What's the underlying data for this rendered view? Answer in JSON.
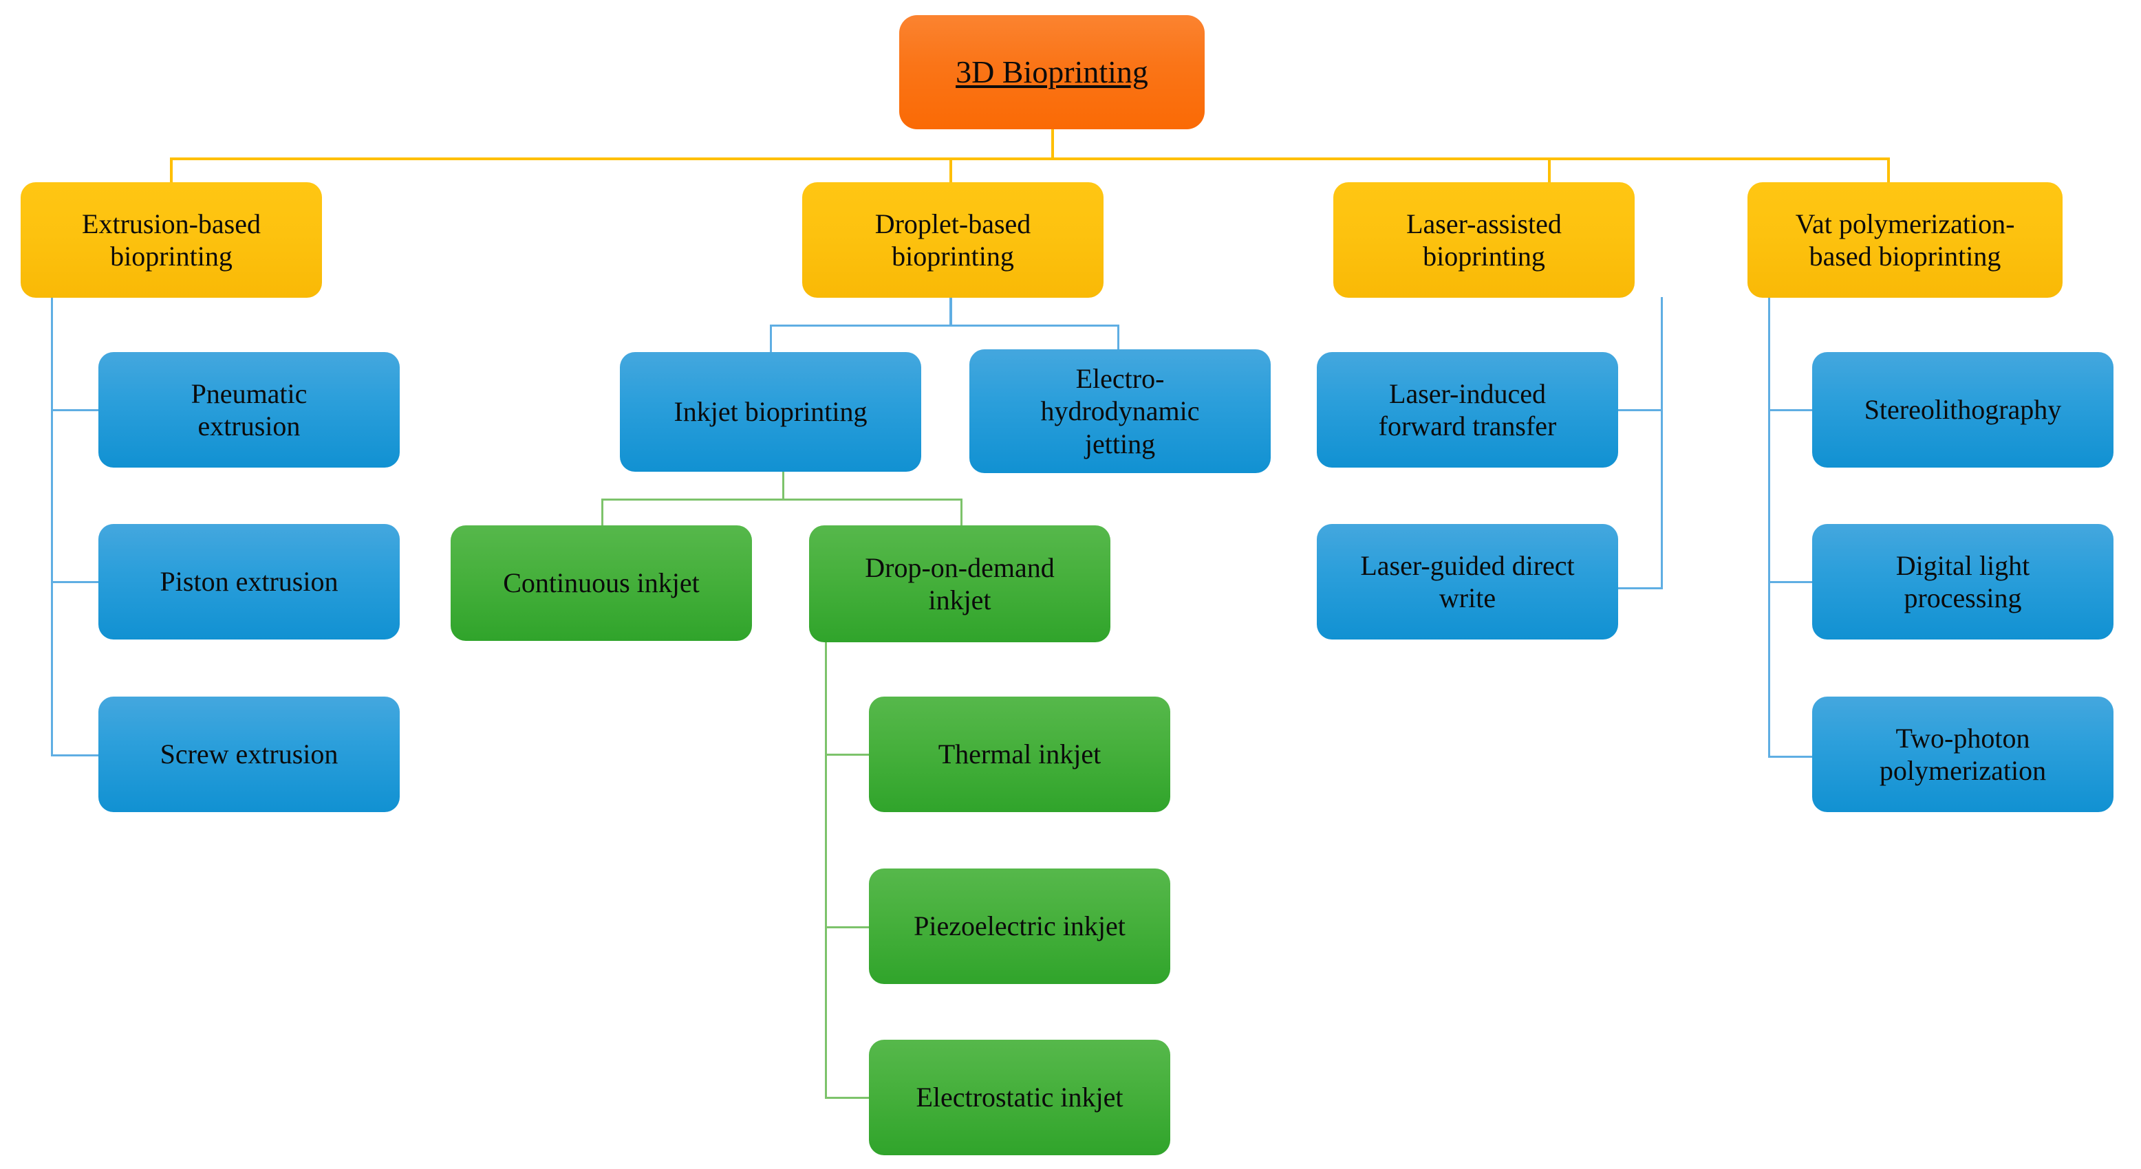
{
  "diagram": {
    "title": "3D Bioprinting",
    "type": "hierarchical-tree",
    "colors": {
      "root_fill": "#FA7518",
      "level2_fill": "#FDC20F",
      "blue_fill": "#2C9FDB",
      "green_fill": "#46B03C",
      "orange_connector": "#FFBF00",
      "blue_connector": "#5FAEE3",
      "green_connector": "#7DC36B",
      "text": "#0b0b0b",
      "background": "#FFFFFF"
    },
    "root": {
      "label": "3D Bioprinting"
    },
    "branches": [
      {
        "label": "Extrusion-based\nbioprinting",
        "children": [
          {
            "label": "Pneumatic\nextrusion"
          },
          {
            "label": "Piston extrusion"
          },
          {
            "label": "Screw extrusion"
          }
        ]
      },
      {
        "label": "Droplet-based\nbioprinting",
        "children": [
          {
            "label": "Inkjet bioprinting",
            "children": [
              {
                "label": "Continuous inkjet"
              },
              {
                "label": "Drop-on-demand\ninkjet",
                "children": [
                  {
                    "label": "Thermal inkjet"
                  },
                  {
                    "label": "Piezoelectric inkjet"
                  },
                  {
                    "label": "Electrostatic  inkjet"
                  }
                ]
              }
            ]
          },
          {
            "label": "Electro-\nhydrodynamic\njetting"
          }
        ]
      },
      {
        "label": "Laser-assisted\nbioprinting",
        "children": [
          {
            "label": "Laser-induced\nforward transfer"
          },
          {
            "label": "Laser-guided direct\nwrite"
          }
        ]
      },
      {
        "label": "Vat polymerization-\nbased bioprinting",
        "children": [
          {
            "label": "Stereolithography"
          },
          {
            "label": "Digital  light\nprocessing"
          },
          {
            "label": "Two-photon\npolymerization"
          }
        ]
      }
    ]
  }
}
